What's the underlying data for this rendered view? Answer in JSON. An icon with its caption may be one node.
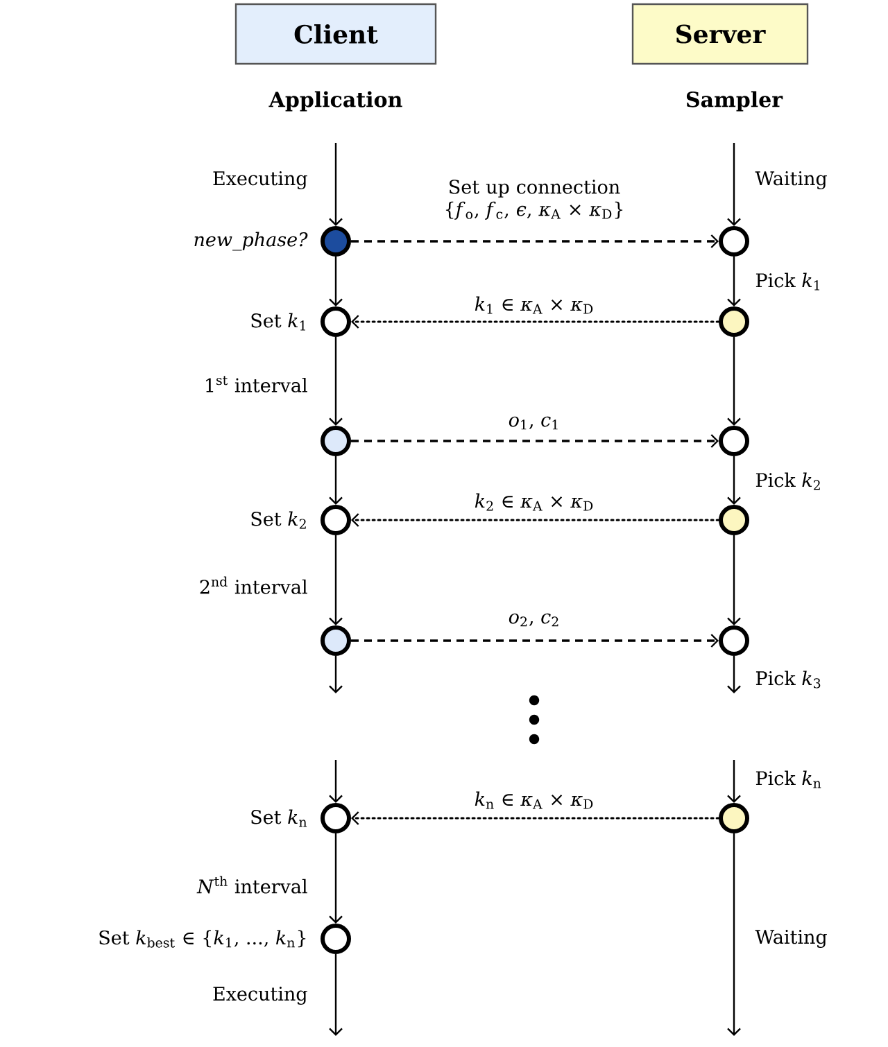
{
  "diagram": {
    "nodes": [
      {
        "text": [
          "Client"
        ]
      },
      {
        "text": [
          "Server"
        ]
      },
      {
        "text": [],
        "shape": "circle",
        "beside": [
          "new_phase?"
        ]
      },
      {
        "text": [],
        "shape": "circle"
      },
      {
        "text": [],
        "shape": "circle",
        "beside": [
          "Set *k*$_{1}$"
        ]
      },
      {
        "text": [],
        "shape": "circle"
      },
      {
        "text": [],
        "shape": "circle"
      },
      {
        "text": [],
        "shape": "circle"
      },
      {
        "text": [],
        "shape": "circle",
        "beside": [
          "Set *k*$_{2}$"
        ]
      },
      {
        "text": [],
        "shape": "circle"
      },
      {
        "text": [],
        "shape": "circle"
      },
      {
        "text": [],
        "shape": "circle"
      },
      {
        "text": [],
        "shape": "circle",
        "beside": [
          "Set *k*$_{n}$"
        ]
      },
      {
        "text": [],
        "shape": "circle"
      },
      {
        "text": [],
        "shape": "circle",
        "beside": [
          "Set *k*$_{best}$ ∈ {*k*$_{1}$, ..., *k*$_{n}$}"
        ]
      }
    ],
    "edges": [
      {
        "from": null,
        "to": 2,
        "arrow": "to",
        "label": "Executing"
      },
      {
        "from": null,
        "to": 3,
        "arrow": "to",
        "label": "Waiting"
      },
      {
        "from": 2,
        "to": 3,
        "arrow": "to",
        "style": "dashed",
        "label": "Set up connection {*f*$_{o}$, *f*$_{c}$, *ϵ*, *κ*$_{A}$ × *κ*$_{D}$}"
      },
      {
        "from": 2,
        "to": 4,
        "arrow": "to"
      },
      {
        "from": 3,
        "to": 5,
        "arrow": "to",
        "label": "Pick *k*$_{1}$"
      },
      {
        "from": 5,
        "to": 4,
        "arrow": "to",
        "style": "dashed",
        "label": "*k*$_{1}$ ∈ *κ*$_{A}$ × *κ*$_{D}$"
      },
      {
        "from": 4,
        "to": 6,
        "arrow": "to",
        "label": "1$^{st}$ interval"
      },
      {
        "from": 5,
        "to": 7,
        "arrow": "to"
      },
      {
        "from": 6,
        "to": 7,
        "arrow": "to",
        "style": "dashed",
        "label": "*o*$_{1}$, *c*$_{1}$"
      },
      {
        "from": 6,
        "to": 8,
        "arrow": "to"
      },
      {
        "from": 7,
        "to": 9,
        "arrow": "to",
        "label": "Pick *k*$_{2}$"
      },
      {
        "from": 9,
        "to": 8,
        "arrow": "to",
        "style": "dashed",
        "label": "*k*$_{2}$ ∈ *κ*$_{A}$ × *κ*$_{D}$"
      },
      {
        "from": 8,
        "to": 10,
        "arrow": "to",
        "label": "2$^{nd}$ interval"
      },
      {
        "from": 9,
        "to": 11,
        "arrow": "to"
      },
      {
        "from": 10,
        "to": 11,
        "arrow": "to",
        "style": "dashed",
        "label": "*o*$_{2}$, *c*$_{2}$"
      },
      {
        "from": 10,
        "to": null,
        "arrow": "to"
      },
      {
        "from": 11,
        "to": null,
        "arrow": "to",
        "label": "Pick *k*$_{3}$"
      },
      {
        "from": null,
        "to": 12,
        "arrow": "to"
      },
      {
        "from": null,
        "to": 13,
        "arrow": "to",
        "label": "Pick *k*$_{n}$"
      },
      {
        "from": 13,
        "to": 12,
        "arrow": "to",
        "style": "dashed",
        "label": "*k*$_{n}$ ∈ *κ*$_{A}$ × *κ*$_{D}$"
      },
      {
        "from": 12,
        "to": 14,
        "arrow": "to",
        "label": "*N*$^{th}$ interval"
      },
      {
        "from": 14,
        "to": null,
        "arrow": "to",
        "label": "Executing"
      },
      {
        "from": 13,
        "to": null,
        "arrow": "to",
        "label": "Waiting"
      }
    ],
    "labels": [
      "Application",
      "Sampler"
    ]
  }
}
